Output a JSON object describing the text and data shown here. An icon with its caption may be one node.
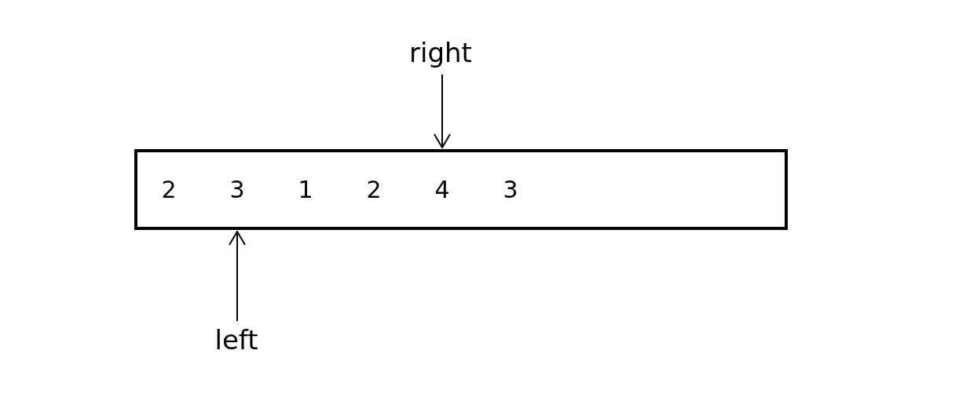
{
  "diagram": {
    "nodes": [
      {
        "text": [
          "right"
        ]
      },
      {
        "text": [],
        "shape": "box"
      },
      {
        "text": [
          "2"
        ],
        "in": 1
      },
      {
        "text": [
          "3"
        ],
        "in": 1
      },
      {
        "text": [
          "1"
        ],
        "in": 1
      },
      {
        "text": [
          "2"
        ],
        "in": 1
      },
      {
        "text": [
          "4"
        ],
        "in": 1
      },
      {
        "text": [
          "3"
        ],
        "in": 1
      },
      {
        "text": [
          "left"
        ]
      }
    ],
    "edges": [
      {
        "from": 0,
        "to": 6,
        "arrow": "to"
      },
      {
        "from": 8,
        "to": 3,
        "arrow": "to"
      }
    ]
  }
}
